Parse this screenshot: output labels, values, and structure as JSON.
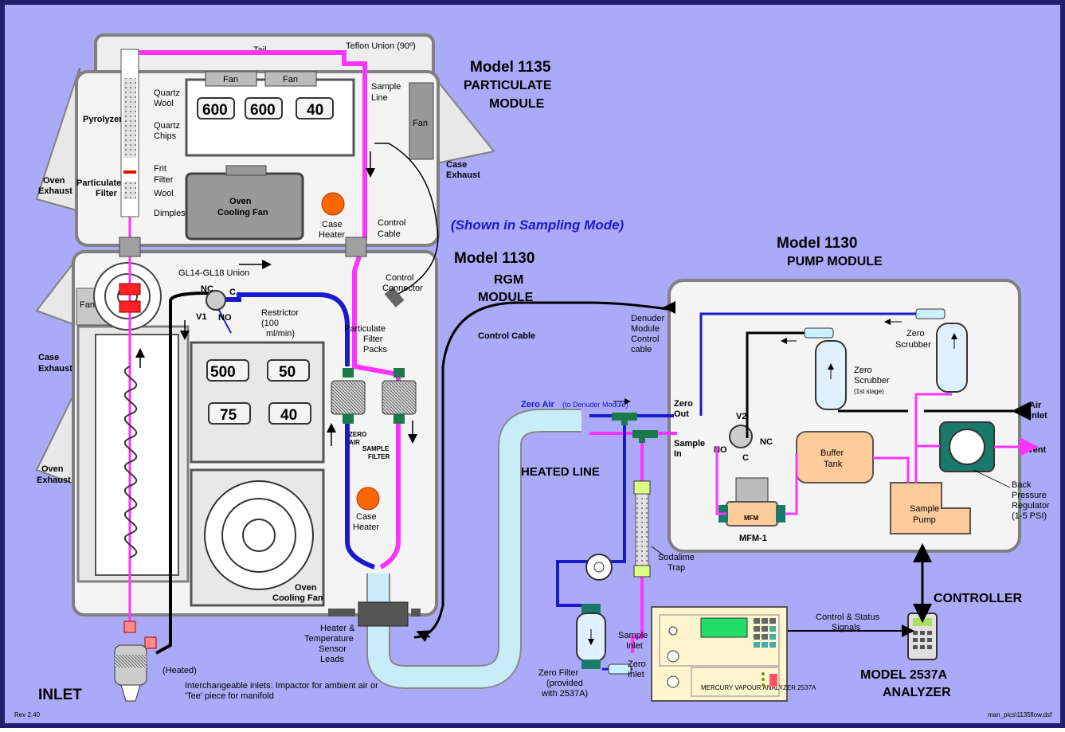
{
  "colors": {
    "background": "#aaaaf8",
    "module_fill": "#f4f4f4",
    "module_edge": "#808080",
    "sample_line": "#ff33ff",
    "zero_air_line": "#1a1acc",
    "control_line": "#000000",
    "heated_line": "#c8ecf8",
    "heater": "#ff6600",
    "fitting": "#1a7a4a",
    "tank": "#ffcc99",
    "title_blue": "#1a1acc"
  },
  "titles": {
    "m1135_a": "Model 1135",
    "m1135_b": "PARTICULATE",
    "m1135_c": "MODULE",
    "m1130rgm_a": "Model 1130",
    "m1130rgm_b": "RGM",
    "m1130rgm_c": "MODULE",
    "m1130pump_a": "Model 1130",
    "m1130pump_b": "PUMP MODULE",
    "sampling_mode": "(Shown in Sampling Mode)",
    "heated_line": "HEATED LINE",
    "controller": "CONTROLLER",
    "analyzer_a": "MODEL 2537A",
    "analyzer_b": "ANALYZER",
    "inlet": "INLET"
  },
  "displays": {
    "top": [
      "600",
      "600",
      "40"
    ],
    "mid": [
      "500",
      "50",
      "75",
      "40"
    ]
  },
  "labels": {
    "tail": "Tail",
    "teflon_union": "Teflon Union (90º)",
    "fan": "Fan",
    "quartz_wool_1": "Quartz",
    "quartz_wool_2": "Wool",
    "quartz_chips_1": "Quartz",
    "quartz_chips_2": "Chips",
    "pyrolyzer": "Pyrolyzer",
    "frit_1": "Frit",
    "frit_2": "Filter",
    "wool": "Wool",
    "dimples": "Dimples",
    "particulate_1": "Particulate",
    "particulate_2": "Filter",
    "sample_line_1": "Sample",
    "sample_line_2": "Line",
    "oven_fan_1": "Oven",
    "oven_fan_2": "Cooling Fan",
    "case_heater_1": "Case",
    "case_heater_2": "Heater",
    "control_cable_1": "Control",
    "control_cable_2": "Cable",
    "case_exhaust_1": "Case",
    "case_exhaust_2": "Exhaust",
    "oven_exhaust_1": "Oven",
    "oven_exhaust_2": "Exhaust",
    "gl_union": "GL14-GL18 Union",
    "nc": "NC",
    "c": "C",
    "v1": "V1",
    "no": "NO",
    "restrictor_1": "Restrictor",
    "restrictor_2": "(100",
    "restrictor_3": "ml/min)",
    "control_connector_1": "Control",
    "control_connector_2": "Connector",
    "pf_packs_1": "Particulate",
    "pf_packs_2": "Filter",
    "pf_packs_3": "Packs",
    "zero_air_1": "ZERO",
    "zero_air_2": "AIR",
    "sample_filter_1": "SAMPLE",
    "sample_filter_2": "FILTER",
    "control_cable_main": "Control Cable",
    "denuder_1": "Denuder",
    "denuder_2": "Module",
    "denuder_3": "Control",
    "denuder_4": "cable",
    "zero_air_denuder": "Zero Air",
    "zero_air_denuder_sub": "(to Denuder Module)",
    "zero_out_1": "Zero",
    "zero_out_2": "Out",
    "sample_in_1": "Sample",
    "sample_in_2": "In",
    "v2": "V2",
    "no2": "NO",
    "nc2": "NC",
    "c2": "C",
    "zero_scrubber_1": "Zero",
    "zero_scrubber_2": "Scrubber",
    "zero_scrubber_3": "(1st stage)",
    "zero_scrubber2_1": "Zero",
    "zero_scrubber2_2": "Scrubber",
    "air_inlet_1": "Air",
    "air_inlet_2": "Inlet",
    "vent": "Vent",
    "buffer_1": "Buffer",
    "buffer_2": "Tank",
    "mfm": "MFM",
    "mfm1": "MFM-1",
    "sample_pump_1": "Sample",
    "sample_pump_2": "Pump",
    "bpr_1": "Back",
    "bpr_2": "Pressure",
    "bpr_3": "Regulator",
    "bpr_4": "(1-5 PSI)",
    "sodalime_1": "Sodalime",
    "sodalime_2": "Trap",
    "heater_leads_1": "Heater &",
    "heater_leads_2": "Temperature",
    "heater_leads_3": "Sensor",
    "heater_leads_4": "Leads",
    "heated": "(Heated)",
    "interchangeable_1": "Interchangeable inlets: Impactor for ambient air or",
    "interchangeable_2": "'Tee' piece for manifold",
    "control_status_1": "Control  & Status",
    "control_status_2": "Signals",
    "sample_inlet_1": "Sample",
    "sample_inlet_2": "Inlet",
    "zero_inlet_1": "Zero",
    "zero_inlet_2": "Inlet",
    "zero_filter_1": "Zero Filter",
    "zero_filter_2": "(provided",
    "zero_filter_3": "with 2537A)",
    "analyzer_name": "MERCURY VAPOUR ANALYZER 2537A",
    "rev": "Rev 2.40",
    "file": "man_pics\\1135flow.dsf"
  }
}
